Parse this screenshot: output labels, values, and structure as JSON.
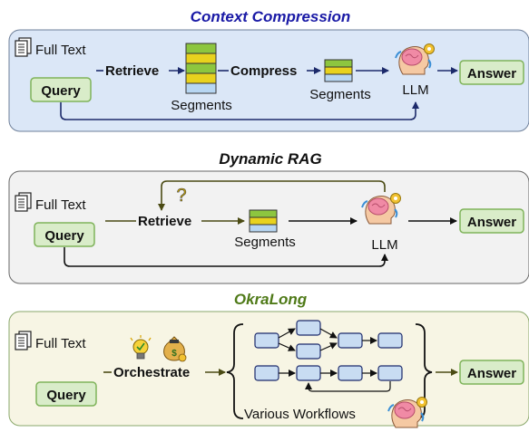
{
  "panels": {
    "context": {
      "title": "Context Compression",
      "full_text": "Full Text",
      "query": "Query",
      "retrieve": "Retrieve",
      "compress": "Compress",
      "segments_1": "Segments",
      "segments_2": "Segments",
      "llm": "LLM",
      "answer": "Answer"
    },
    "dynamic": {
      "title": "Dynamic RAG",
      "full_text": "Full Text",
      "query": "Query",
      "retrieve": "Retrieve",
      "segments": "Segments",
      "llm": "LLM",
      "answer": "Answer",
      "question_mark": "?"
    },
    "okralong": {
      "title": "OkraLong",
      "full_text": "Full Text",
      "query": "Query",
      "orchestrate": "Orchestrate",
      "workflows": "Various Workflows",
      "answer": "Answer"
    }
  },
  "colors": {
    "title_blue": "#1a1aa6",
    "panel1_fill": "#dbe7f7",
    "panel2_fill": "#f2f2f2",
    "panel3_fill": "#f7f5e4",
    "green_box_fill": "#d9ecc9",
    "green_box_stroke": "#7fb35a",
    "navy_arrow": "#1c2a6b",
    "olive_arrow": "#4b4b14",
    "workflow_node": "#c8dcf2"
  },
  "icons": [
    "document-icon",
    "brain-gear-icon",
    "lightbulb-icon",
    "money-bag-icon"
  ]
}
